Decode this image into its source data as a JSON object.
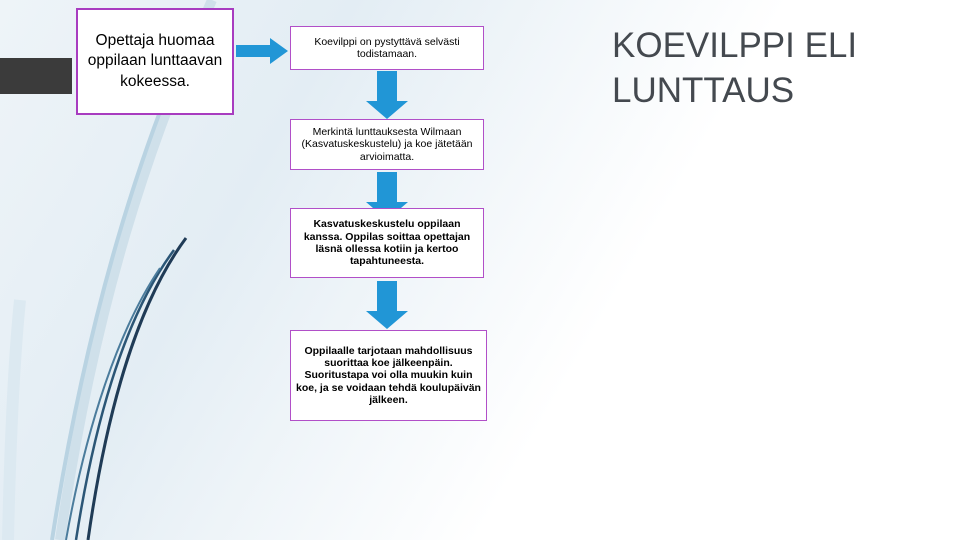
{
  "slide": {
    "heading": "KOEVILPPI ELI LUNTTAUS",
    "title_box": "Opettaja huomaa oppilaan lunttaavan kokeessa.",
    "steps": [
      {
        "id": "step-1",
        "text": "Koevilppi on pystyttävä selvästi todistamaan."
      },
      {
        "id": "step-2",
        "text": "Merkintä lunttauksesta Wilmaan (Kasvatuskeskustelu) ja koe jätetään arvioimatta."
      },
      {
        "id": "step-3",
        "text": "Kasvatuskeskustelu oppilaan kanssa. Oppilas soittaa opettajan läsnä ollessa kotiin ja kertoo tapahtuneesta."
      },
      {
        "id": "step-4",
        "text": "Oppilaalle tarjotaan mahdollisuus suorittaa koe jälkeenpäin. Suoritustapa voi olla muukin kuin koe, ja se voidaan tehdä koulupäivän jälkeen."
      }
    ],
    "arrows": [
      {
        "name": "arrow-right-to-step-1",
        "direction": "right"
      },
      {
        "name": "arrow-step-1-to-step-2",
        "direction": "down"
      },
      {
        "name": "arrow-step-2-to-step-3",
        "direction": "down"
      },
      {
        "name": "arrow-step-3-to-step-4",
        "direction": "down"
      }
    ],
    "colors": {
      "box_border": "#b14fc8",
      "title_border": "#a83cc0",
      "arrow_fill": "#2196d6",
      "heading_text": "#44494f",
      "dark_block": "#3b3b3b",
      "background_left": "#e3edf4"
    }
  }
}
